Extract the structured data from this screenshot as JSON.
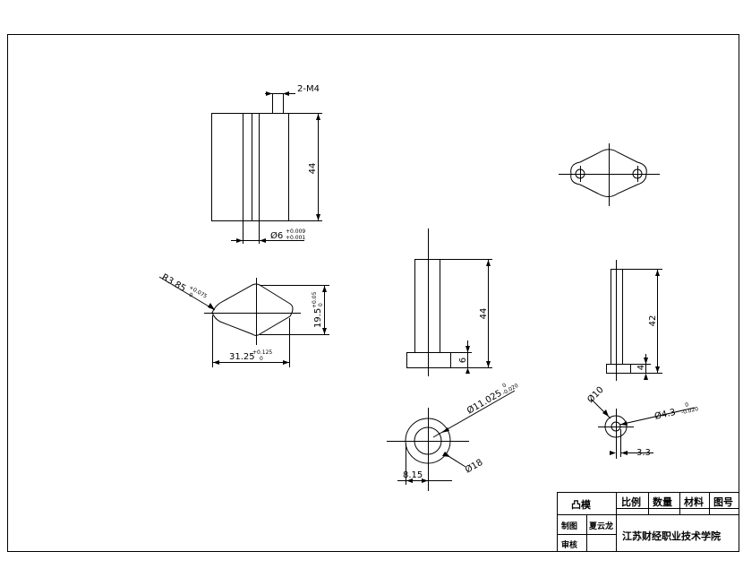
{
  "dimensions": {
    "thread": "2-M4",
    "height_top": "44",
    "dia6": "Ø6",
    "dia6_tol_up": "+0.009",
    "dia6_tol_low": "+0.001",
    "radius": "R3.85",
    "radius_tol_up": "+0.075",
    "radius_tol_low": "0",
    "width_diamond": "31.25",
    "width_tol_up": "+0.125",
    "width_tol_low": "0",
    "height_diamond": "19.5",
    "height_tol_up": "+0.05",
    "height_tol_low": "0",
    "pin_height_44": "44",
    "pin_base_6": "6",
    "pin2_height_42": "42",
    "pin2_base_4": "4",
    "dia11": "Ø11.025",
    "dia11_tol_up": "0",
    "dia11_tol_low": "-0.020",
    "dia18": "Ø18",
    "dist815": "8.15",
    "dia10": "Ø10",
    "dia43": "Ø4.3",
    "dia43_tol_up": "0",
    "dia43_tol_low": "-0.020",
    "dist33": "3.3"
  },
  "title_block": {
    "part_name": "凸模",
    "scale": "比例",
    "quantity": "数量",
    "material": "材料",
    "drawing_no": "图号",
    "drawn_by": "制图",
    "drawer_name": "夏云龙",
    "checked_by": "审核",
    "school": "江苏财经职业技术学院"
  }
}
